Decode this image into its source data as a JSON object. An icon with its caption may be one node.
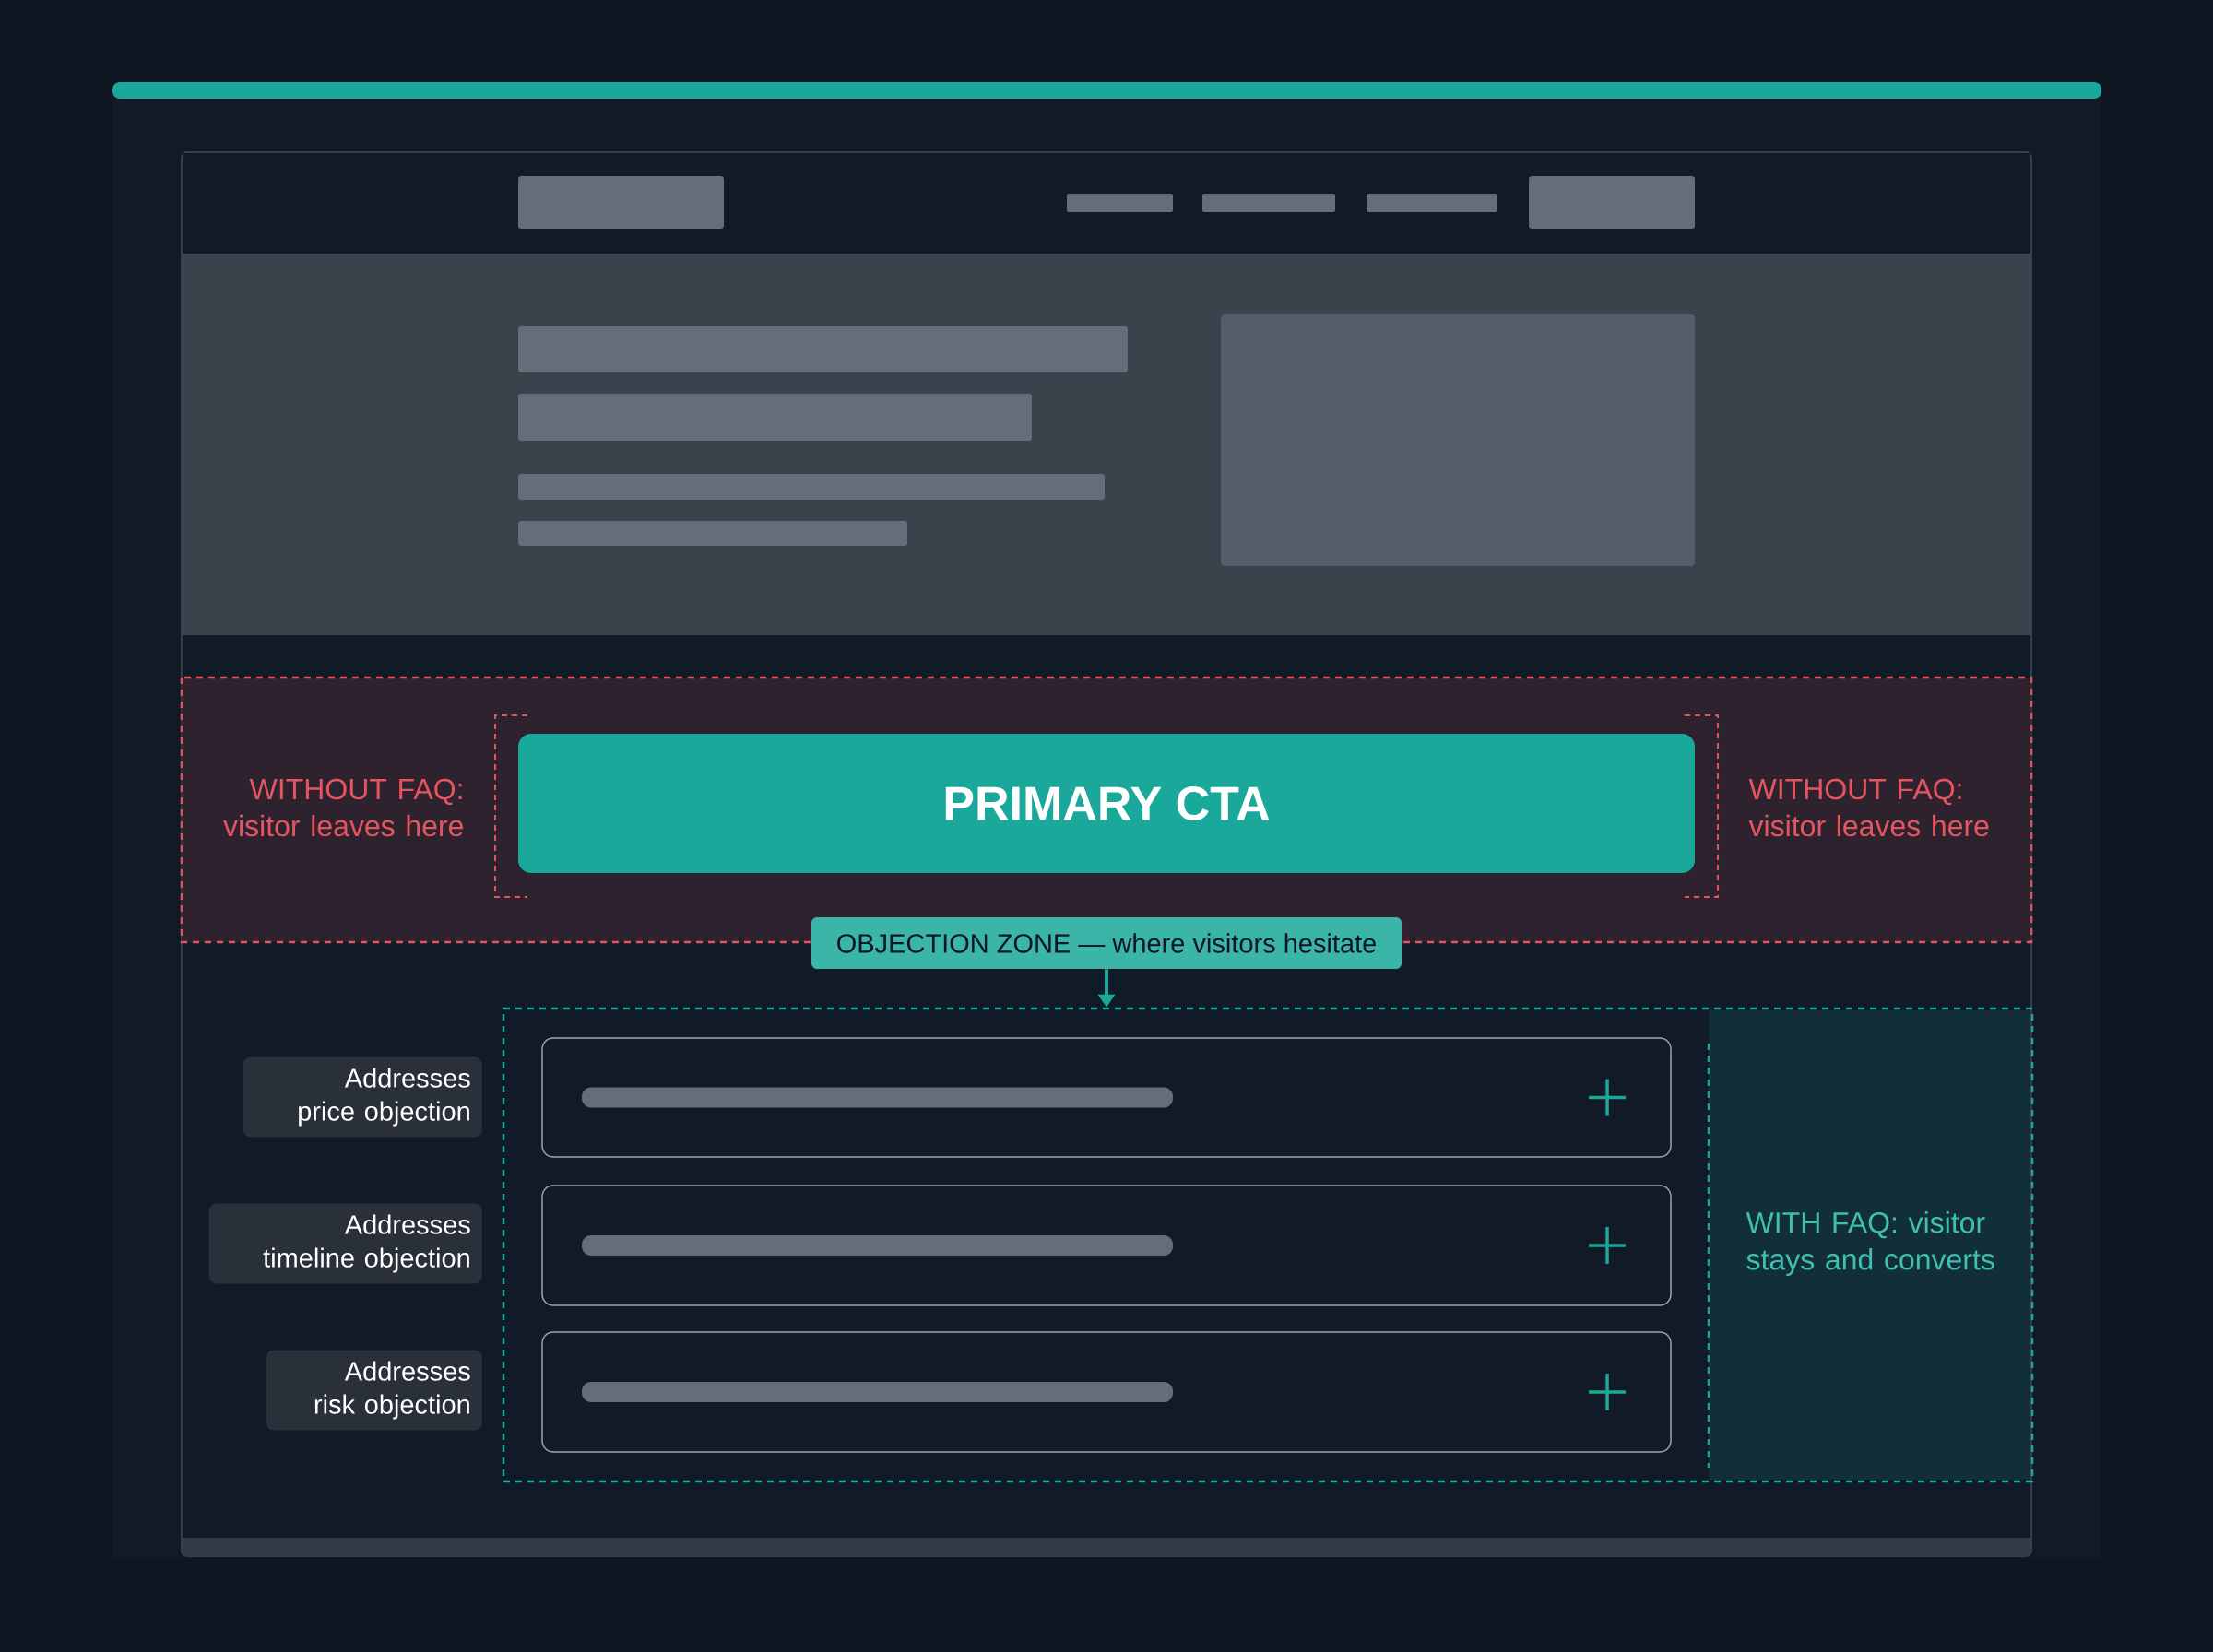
{
  "diagram": {
    "nodes": [
      {
        "text": [
          "PRIMARY CTA"
        ]
      },
      {
        "text": [
          "OBJECTION ZONE — where visitors hesitate"
        ]
      },
      {
        "text": [
          "WITH FAQ: visitor stays and converts"
        ]
      },
      {
        "text": [
          "Addresses price objection"
        ]
      },
      {
        "text": [
          "Addresses timeline objection"
        ]
      },
      {
        "text": [
          "Addresses risk objection"
        ]
      }
    ],
    "edges": [
      {
        "from": 1,
        "to": 2,
        "arrow": "to"
      }
    ],
    "labels": [
      "WITHOUT FAQ: visitor leaves here",
      "WITHOUT FAQ: visitor leaves here"
    ]
  }
}
